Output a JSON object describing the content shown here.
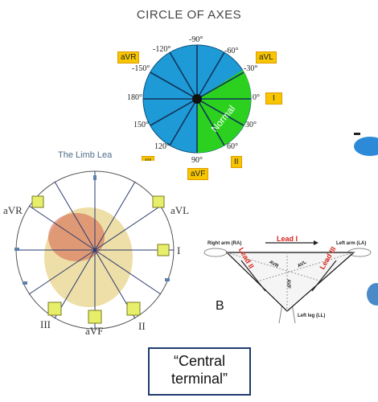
{
  "circle_of_axes": {
    "title": "CIRCLE OF AXES",
    "angle_labels": [
      "-90°",
      "-60°",
      "-30°",
      "0°",
      "30°",
      "60°",
      "90°",
      "120°",
      "150°",
      "180°",
      "-150°",
      "-120°"
    ],
    "lead_tags": [
      "aVR",
      "aVL",
      "I",
      "II",
      "aVF",
      "III"
    ],
    "normal_sector_label": "Normal",
    "colors": {
      "blue": "#1e9bd7",
      "green": "#2bd11e",
      "tag": "#f7c600"
    }
  },
  "limb_leads": {
    "title": "The Limb Lea",
    "labels": [
      "aVR",
      "aVL",
      "I",
      "III",
      "aVF",
      "II"
    ]
  },
  "einthoven": {
    "panel_letter": "B",
    "right_arm": "Right arm (RA)",
    "left_arm": "Left arm (LA)",
    "left_leg": "Left leg (LL)",
    "lead_i": "Lead I",
    "lead_ii": "Lead II",
    "lead_iii": "Lead III",
    "avr": "AVR",
    "avl": "AVL",
    "avf": "AVF"
  },
  "central_terminal": {
    "line1": "“Central",
    "line2": "terminal”"
  }
}
